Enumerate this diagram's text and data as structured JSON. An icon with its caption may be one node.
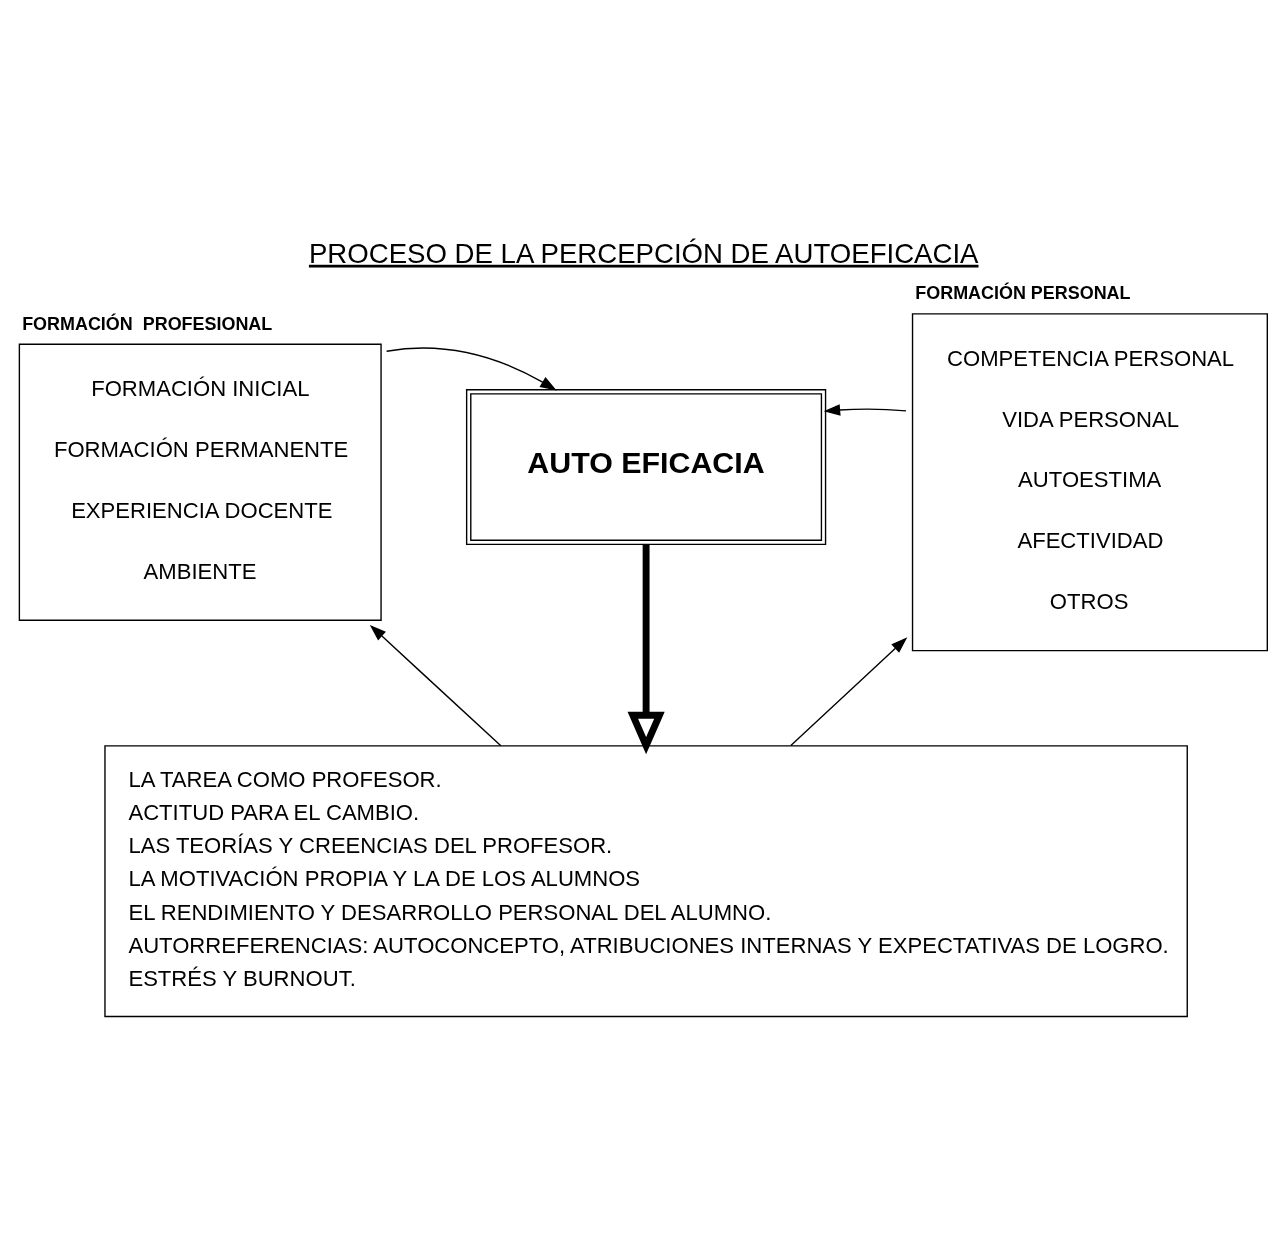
{
  "diagram": {
    "title": "PROCESO DE LA PERCEPCIÓN DE AUTOEFICACIA",
    "nodes": [
      {
        "text": [
          "FORMACIÓN  PROFESIONAL",
          "FORMACIÓN INICIAL",
          "FORMACIÓN PERMANENTE",
          "EXPERIENCIA DOCENTE",
          "AMBIENTE"
        ]
      },
      {
        "text": [
          "AUTO EFICACIA"
        ]
      },
      {
        "text": [
          "FORMACIÓN PERSONAL",
          "COMPETENCIA PERSONAL",
          "VIDA PERSONAL",
          "AUTOESTIMA",
          "AFECTIVIDAD",
          "OTROS"
        ]
      },
      {
        "text": [
          "LA TAREA COMO PROFESOR.",
          "ACTITUD PARA EL CAMBIO.",
          "LAS TEORÍAS Y CREENCIAS DEL PROFESOR.",
          "LA MOTIVACIÓN PROPIA Y LA DE LOS ALUMNOS",
          "EL RENDIMIENTO Y DESARROLLO PERSONAL DEL ALUMNO.",
          "AUTORREFERENCIAS: AUTOCONCEPTO, ATRIBUCIONES INTERNAS Y EXPECTATIVAS DE LOGRO.",
          "ESTRÉS Y BURNOUT."
        ]
      }
    ],
    "edges": [
      {
        "from": 0,
        "to": 1,
        "arrow": "to"
      },
      {
        "from": 2,
        "to": 1,
        "arrow": "to"
      },
      {
        "from": 1,
        "to": 3,
        "arrow": "to",
        "style": "thick"
      },
      {
        "from": 3,
        "to": 0,
        "arrow": "to"
      },
      {
        "from": 3,
        "to": 2,
        "arrow": "to"
      }
    ]
  }
}
